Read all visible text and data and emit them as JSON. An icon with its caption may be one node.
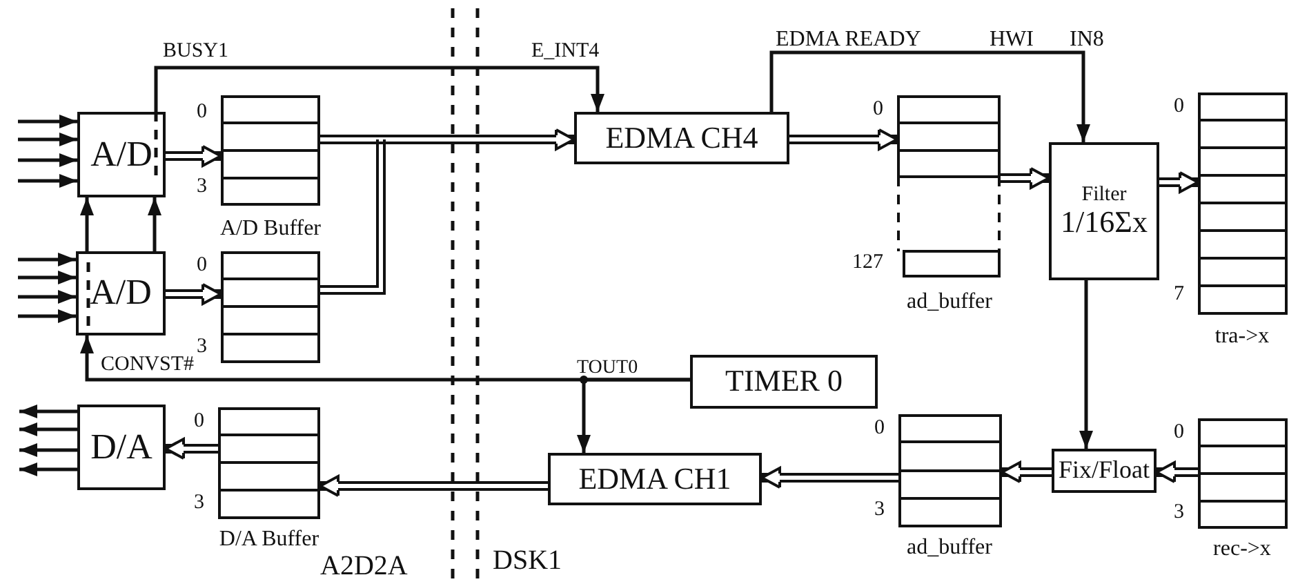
{
  "diagram": {
    "nodes": [
      {
        "text": [
          "A/D"
        ]
      },
      {
        "text": [],
        "shape": "box",
        "beside": [
          "0",
          "3",
          "A/D Buffer"
        ]
      },
      {
        "text": [
          "A/D"
        ]
      },
      {
        "text": [],
        "shape": "box",
        "beside": [
          "0",
          "3"
        ]
      },
      {
        "text": [
          "EDMA CH4"
        ]
      },
      {
        "text": [],
        "shape": "box",
        "beside": [
          "0",
          "127",
          "ad_buffer"
        ]
      },
      {
        "text": [
          "Filter",
          "1/16Σx"
        ]
      },
      {
        "text": [],
        "shape": "box",
        "beside": [
          "0",
          "7",
          "tra->x"
        ]
      },
      {
        "text": [
          "TIMER 0"
        ]
      },
      {
        "text": [
          "D/A"
        ]
      },
      {
        "text": [],
        "shape": "box",
        "beside": [
          "0",
          "3",
          "D/A Buffer"
        ]
      },
      {
        "text": [
          "EDMA CH1"
        ]
      },
      {
        "text": [],
        "shape": "box",
        "beside": [
          "0",
          "3",
          "ad_buffer"
        ]
      },
      {
        "text": [
          "Fix/Float"
        ]
      },
      {
        "text": [],
        "shape": "box",
        "beside": [
          "0",
          "3",
          "rec->x"
        ]
      }
    ],
    "edges": [
      {
        "from": null,
        "to": 0,
        "arrow": "to"
      },
      {
        "from": null,
        "to": 0,
        "arrow": "to"
      },
      {
        "from": null,
        "to": 0,
        "arrow": "to"
      },
      {
        "from": null,
        "to": 0,
        "arrow": "to"
      },
      {
        "from": null,
        "to": 2,
        "arrow": "to"
      },
      {
        "from": null,
        "to": 2,
        "arrow": "to"
      },
      {
        "from": null,
        "to": 2,
        "arrow": "to"
      },
      {
        "from": null,
        "to": 2,
        "arrow": "to"
      },
      {
        "from": 0,
        "to": 1,
        "arrow": "to",
        "style": "thick"
      },
      {
        "from": 2,
        "to": 3,
        "arrow": "to",
        "style": "thick"
      },
      {
        "from": 1,
        "to": 4,
        "arrow": "to",
        "style": "thick"
      },
      {
        "from": 3,
        "to": 4,
        "arrow": "to",
        "style": "thick"
      },
      {
        "from": 4,
        "to": 5,
        "arrow": "to",
        "style": "thick"
      },
      {
        "from": 5,
        "to": 6,
        "arrow": "to",
        "style": "thick"
      },
      {
        "from": 6,
        "to": 7,
        "arrow": "to",
        "style": "thick"
      },
      {
        "from": 0,
        "to": 4,
        "arrow": "to",
        "label": "BUSY1"
      },
      {
        "from": 4,
        "to": 6,
        "arrow": "to",
        "label": "EDMA READY"
      },
      {
        "from": 2,
        "to": 0,
        "arrow": "to"
      },
      {
        "from": 2,
        "to": 0,
        "arrow": "to"
      },
      {
        "from": 8,
        "to": 2,
        "arrow": "to",
        "label": "CONVST#"
      },
      {
        "from": 8,
        "to": 11,
        "arrow": "to"
      },
      {
        "from": 6,
        "to": 13,
        "arrow": "to"
      },
      {
        "from": 14,
        "to": 13,
        "arrow": "to",
        "style": "thick"
      },
      {
        "from": 13,
        "to": 12,
        "arrow": "to",
        "style": "thick"
      },
      {
        "from": 12,
        "to": 11,
        "arrow": "to",
        "style": "thick"
      },
      {
        "from": 11,
        "to": 10,
        "arrow": "to",
        "style": "thick"
      },
      {
        "from": 10,
        "to": 9,
        "arrow": "to",
        "style": "thick"
      },
      {
        "from": 9,
        "to": null,
        "arrow": "to"
      },
      {
        "from": 9,
        "to": null,
        "arrow": "to"
      },
      {
        "from": 9,
        "to": null,
        "arrow": "to"
      },
      {
        "from": 9,
        "to": null,
        "arrow": "to"
      }
    ],
    "labels": [
      "E_INT4",
      "HWI",
      "IN8",
      "TOUT0",
      "A2D2A",
      "DSK1"
    ]
  }
}
